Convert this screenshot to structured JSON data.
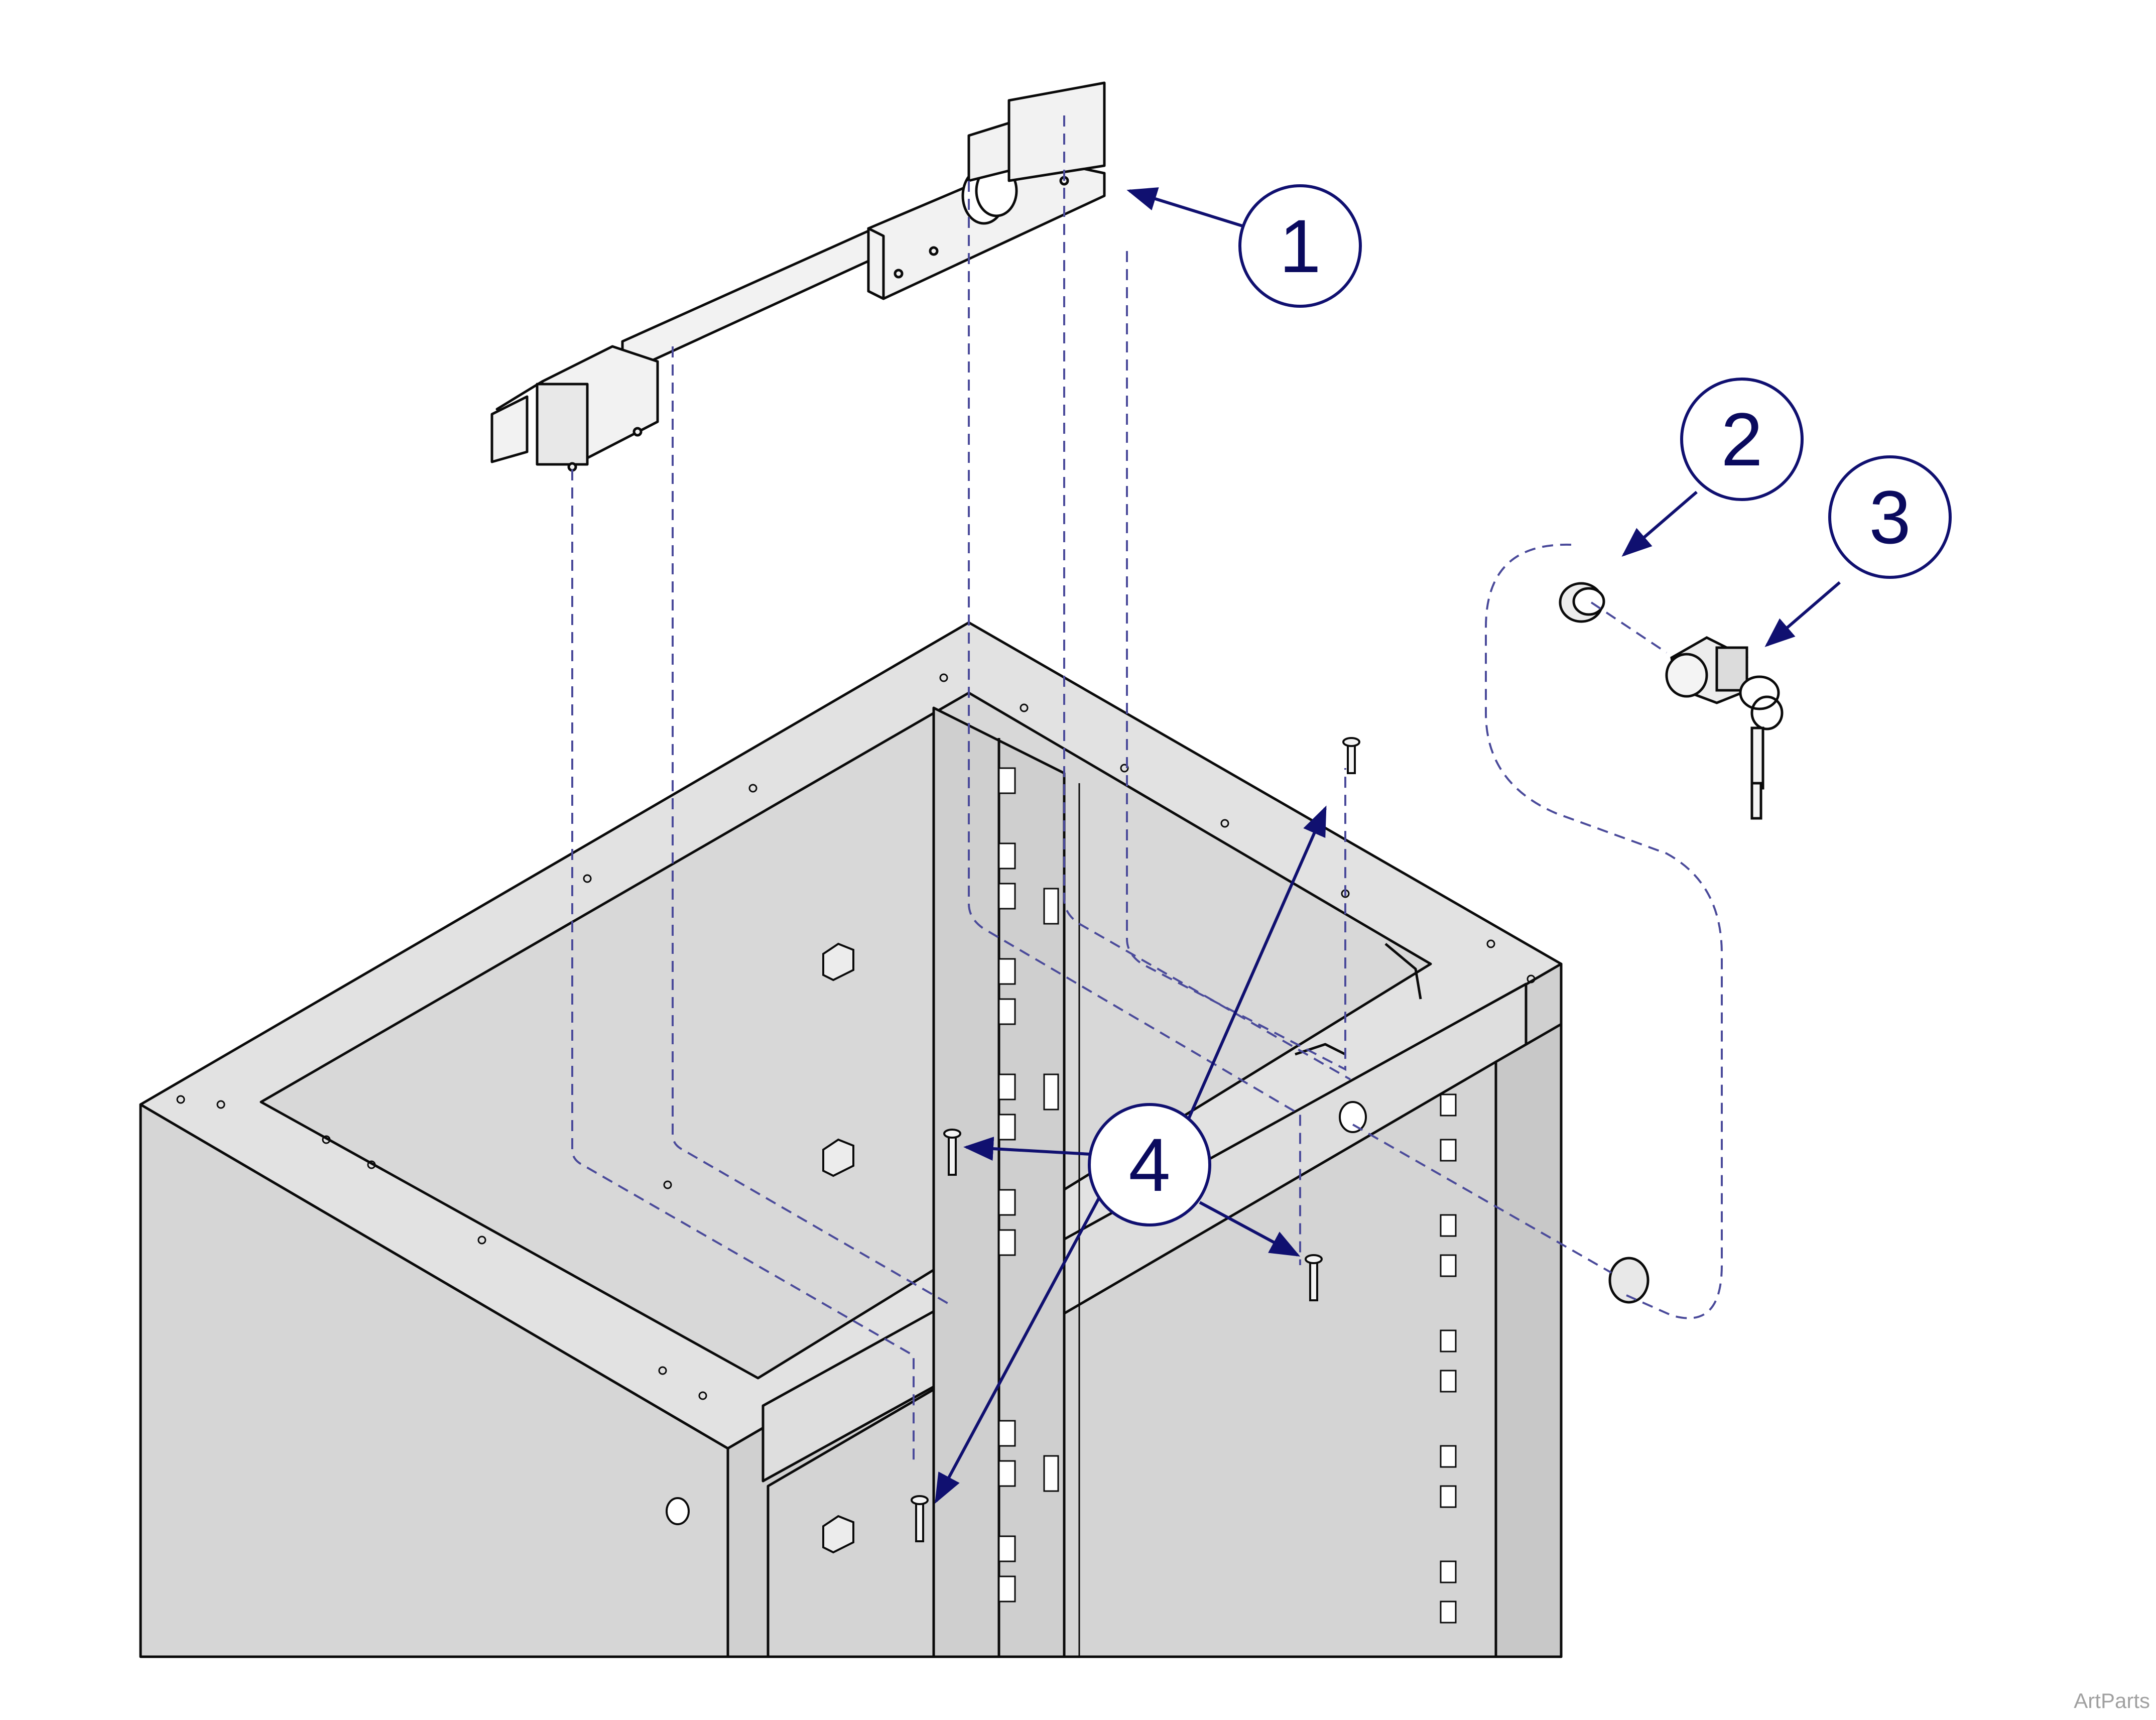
{
  "diagram": {
    "callouts": [
      {
        "id": "1",
        "label": "1"
      },
      {
        "id": "2",
        "label": "2"
      },
      {
        "id": "3",
        "label": "3"
      },
      {
        "id": "4",
        "label": "4"
      }
    ],
    "watermark": "ArtParts",
    "colors": {
      "line": "#0a0a0a",
      "callout_line": "#101070",
      "leader_dash": "#4a4a9a",
      "cabinet_fill": "#d4d4d4",
      "cabinet_light": "#e6e6e6"
    }
  }
}
